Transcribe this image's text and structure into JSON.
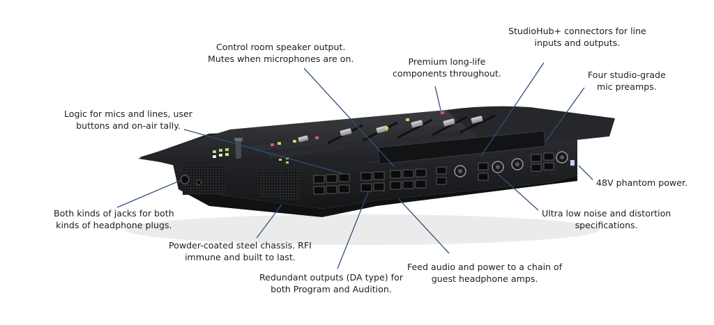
{
  "callouts": {
    "speaker_output": [
      "Control room speaker output.",
      "Mutes when microphones are on."
    ],
    "studiohub": [
      "StudioHub+ connectors for line",
      "inputs and outputs."
    ],
    "components": [
      "Premium long-life",
      "components throughout."
    ],
    "preamps": [
      "Four studio-grade",
      "mic preamps."
    ],
    "logic": [
      "Logic for mics and lines, user",
      "buttons and on-air tally."
    ],
    "phantom": [
      "48V phantom power."
    ],
    "jacks": [
      "Both kinds of jacks for both",
      "kinds of headphone plugs."
    ],
    "noise": [
      "Ultra low noise and distortion",
      "specifications."
    ],
    "chassis": [
      "Powder-coated steel chassis. RFI",
      "immune and built to last."
    ],
    "feed": [
      "Feed audio and power to a chain of",
      "guest headphone amps."
    ],
    "redundant": [
      "Redundant outputs (DA type) for",
      "both Program and Audition."
    ]
  },
  "colors": {
    "leader": "#2f4f7f",
    "chassis": "#1b1c1e",
    "chassis_light": "#3a3b3e",
    "led_green": "#b9d96a",
    "led_red": "#d9566b",
    "led_white": "#e6e6e6"
  }
}
